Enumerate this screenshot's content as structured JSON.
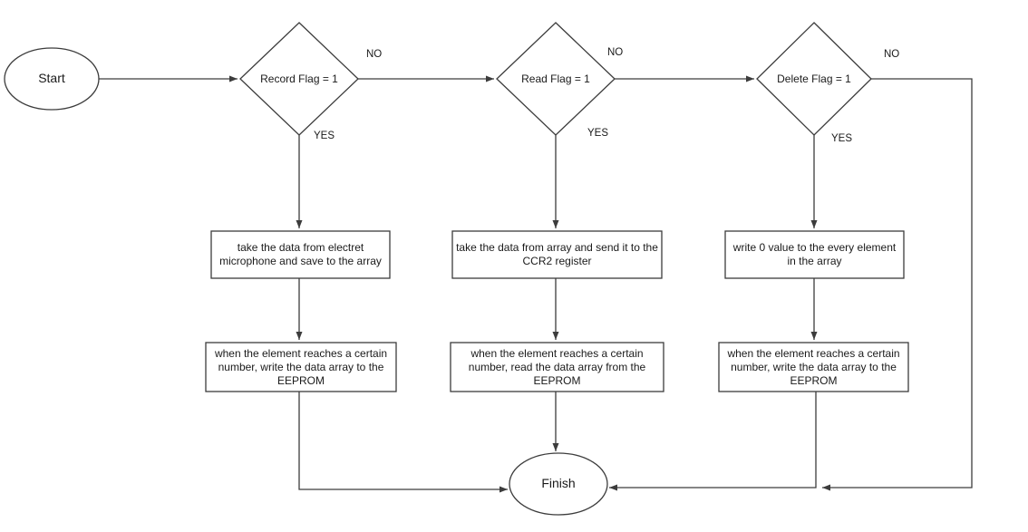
{
  "flow": {
    "start_label": "Start",
    "finish_label": "Finish",
    "decisions": [
      {
        "label": "Record Flag = 1",
        "no_label": "NO",
        "yes_label": "YES"
      },
      {
        "label": "Read Flag = 1",
        "no_label": "NO",
        "yes_label": "YES"
      },
      {
        "label": "Delete Flag = 1",
        "no_label": "NO",
        "yes_label": "YES"
      }
    ],
    "boxes": [
      {
        "text": "take the data from electret microphone and save to the array"
      },
      {
        "text": "take the data from array and send it to the CCR2 register"
      },
      {
        "text": "write 0 value to the every element in the array"
      },
      {
        "text": "when the element reaches a certain number, write the data array to the EEPROM"
      },
      {
        "text": "when the element reaches a certain number, read the data array from the EEPROM"
      },
      {
        "text": "when the element reaches a certain number, write the data array to the EEPROM"
      }
    ],
    "colors": {
      "stroke": "#3c3c3c",
      "text": "#1a1a1a",
      "background": "#ffffff",
      "shape_fill": "#ffffff"
    }
  }
}
